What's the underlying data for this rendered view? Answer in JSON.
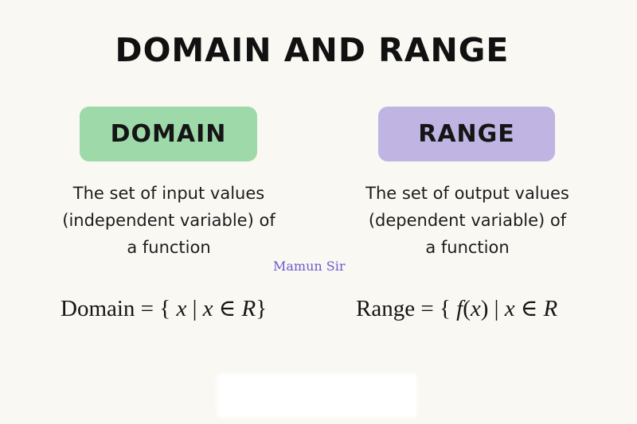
{
  "title": "DOMAIN AND RANGE",
  "domain": {
    "label": "DOMAIN",
    "description": [
      "The set of input values",
      "(independent variable) of",
      "a function"
    ],
    "formula": "Domain = { x | x ∈ R}"
  },
  "range": {
    "label": "RANGE",
    "description": [
      "The set of output values",
      "(dependent variable) of",
      "a function"
    ],
    "formula": "Range = { f(x) | x ∈ R"
  },
  "watermark": "Mamun Sir",
  "colors": {
    "background": "#f9f8f3",
    "domain_badge": "#9ed9a9",
    "range_badge": "#c0b4e2",
    "watermark": "#6a5acd"
  }
}
